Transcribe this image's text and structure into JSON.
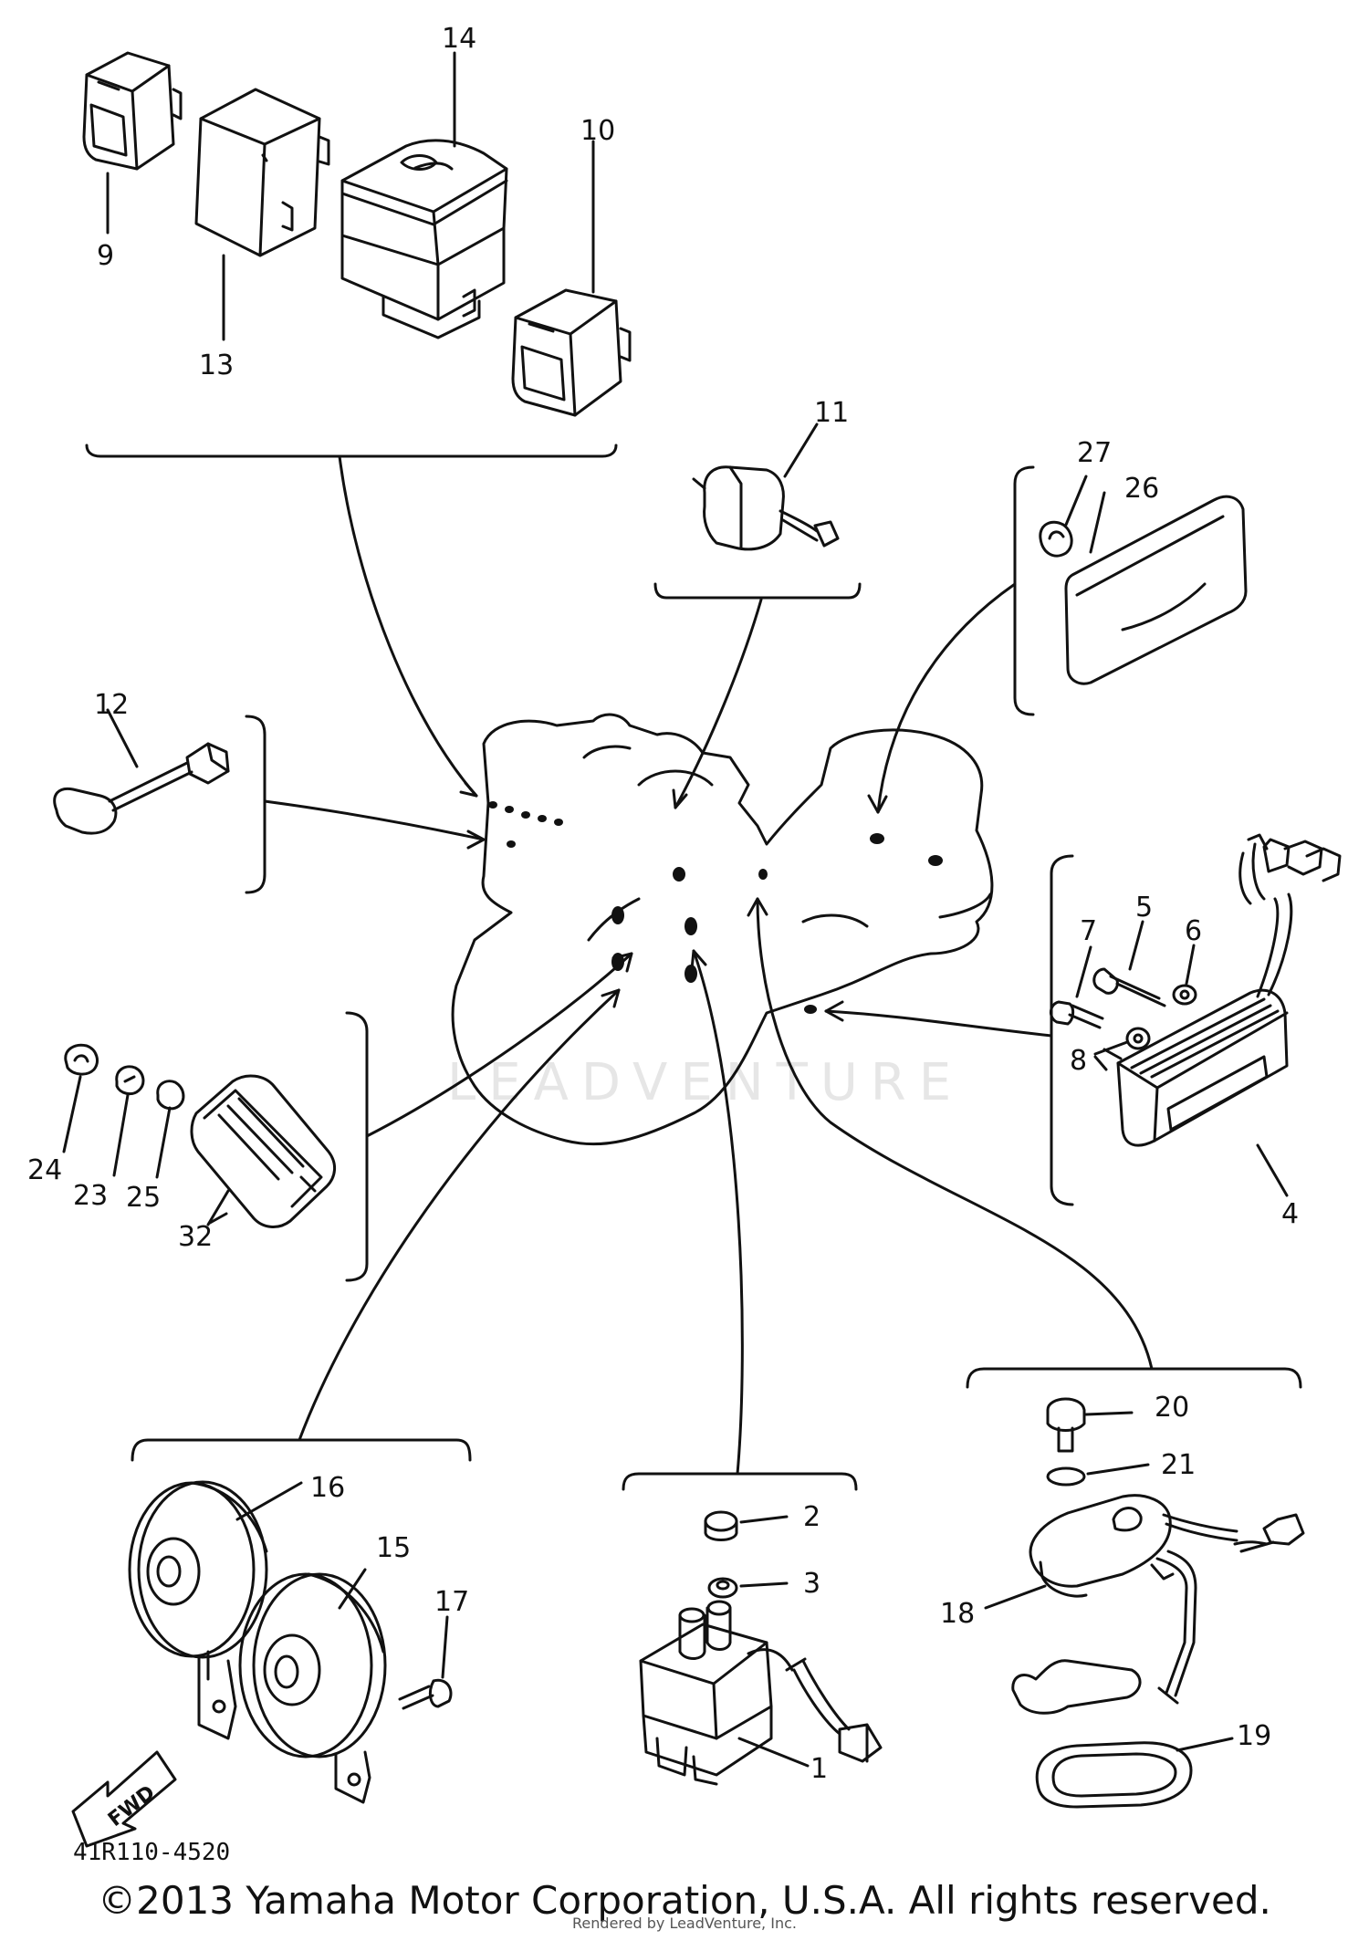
{
  "diagram": {
    "callouts": [
      "1",
      "2",
      "3",
      "4",
      "5",
      "6",
      "7",
      "8",
      "9",
      "10",
      "11",
      "12",
      "13",
      "14",
      "15",
      "16",
      "17",
      "18",
      "19",
      "20",
      "21",
      "23",
      "24",
      "25",
      "26",
      "27",
      "32"
    ],
    "reference_code": "41R110-4520",
    "forward_arrow_label": "FWD",
    "watermark_text": "LEADVENTURE"
  },
  "footer": {
    "copyright": "©2013 Yamaha Motor Corporation, U.S.A. All rights reserved.",
    "rendered_by": "Rendered by LeadVenture, Inc."
  },
  "colors": {
    "ink": "#111111",
    "background": "#ffffff",
    "watermark": "#e6e6e6"
  }
}
